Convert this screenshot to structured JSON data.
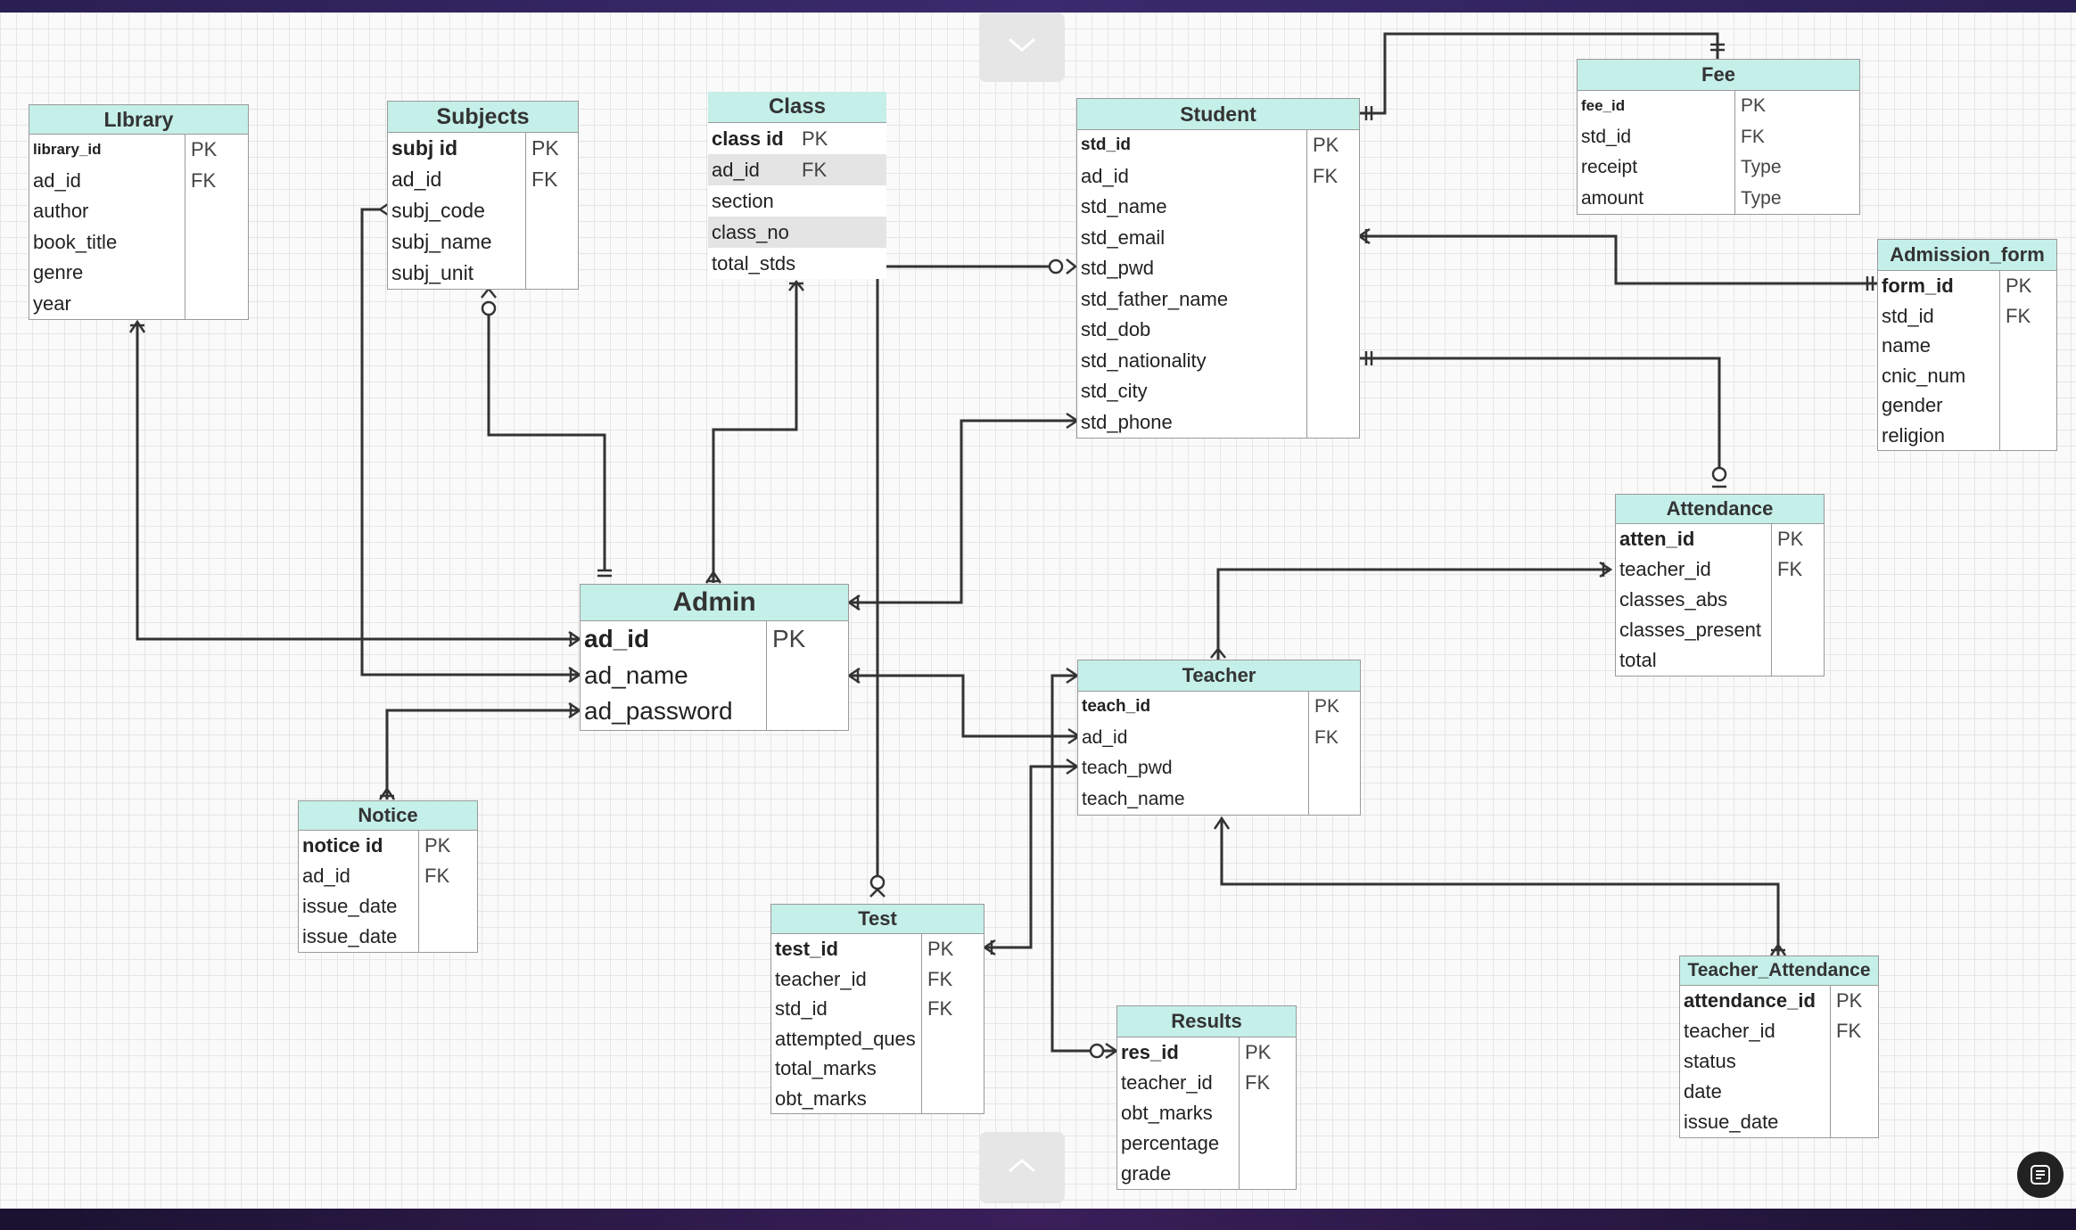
{
  "entities": {
    "library": {
      "title": "LIbrary",
      "fields": [
        {
          "name": "library_id",
          "key": "PK",
          "pk": true
        },
        {
          "name": "ad_id",
          "key": "FK"
        },
        {
          "name": "author",
          "key": ""
        },
        {
          "name": "book_title",
          "key": ""
        },
        {
          "name": "genre",
          "key": ""
        },
        {
          "name": "year",
          "key": ""
        }
      ]
    },
    "subjects": {
      "title": "Subjects",
      "fields": [
        {
          "name": "subj id",
          "key": "PK",
          "pk": true
        },
        {
          "name": "ad_id",
          "key": "FK"
        },
        {
          "name": "subj_code",
          "key": ""
        },
        {
          "name": "subj_name",
          "key": ""
        },
        {
          "name": "subj_unit",
          "key": ""
        }
      ]
    },
    "class": {
      "title": "Class",
      "fields": [
        {
          "name": "class id",
          "key": "PK",
          "pk": true
        },
        {
          "name": "ad_id",
          "key": "FK"
        },
        {
          "name": "section",
          "key": ""
        },
        {
          "name": "class_no",
          "key": ""
        },
        {
          "name": "total_stds",
          "key": ""
        }
      ]
    },
    "student": {
      "title": "Student",
      "fields": [
        {
          "name": "std_id",
          "key": "PK",
          "pk": true
        },
        {
          "name": "ad_id",
          "key": "FK"
        },
        {
          "name": "std_name",
          "key": ""
        },
        {
          "name": "std_email",
          "key": ""
        },
        {
          "name": "std_pwd",
          "key": ""
        },
        {
          "name": "std_father_name",
          "key": ""
        },
        {
          "name": "std_dob",
          "key": ""
        },
        {
          "name": "std_nationality",
          "key": ""
        },
        {
          "name": "std_city",
          "key": ""
        },
        {
          "name": "std_phone",
          "key": ""
        }
      ]
    },
    "fee": {
      "title": "Fee",
      "fields": [
        {
          "name": "fee_id",
          "key": "PK",
          "pk": true
        },
        {
          "name": "std_id",
          "key": "FK"
        },
        {
          "name": "receipt",
          "key": "Type"
        },
        {
          "name": "amount",
          "key": "Type"
        }
      ]
    },
    "admission": {
      "title": "Admission_form",
      "fields": [
        {
          "name": "form_id",
          "key": "PK",
          "pk": true
        },
        {
          "name": "std_id",
          "key": "FK"
        },
        {
          "name": "name",
          "key": ""
        },
        {
          "name": "cnic_num",
          "key": ""
        },
        {
          "name": "gender",
          "key": ""
        },
        {
          "name": "religion",
          "key": ""
        }
      ]
    },
    "attendance": {
      "title": "Attendance",
      "fields": [
        {
          "name": "atten_id",
          "key": "PK",
          "pk": true
        },
        {
          "name": "teacher_id",
          "key": "FK"
        },
        {
          "name": "classes_abs",
          "key": ""
        },
        {
          "name": "classes_present",
          "key": ""
        },
        {
          "name": "total",
          "key": ""
        }
      ]
    },
    "admin": {
      "title": "Admin",
      "fields": [
        {
          "name": "ad_id",
          "key": "PK",
          "pk": true
        },
        {
          "name": "ad_name",
          "key": ""
        },
        {
          "name": "ad_password",
          "key": ""
        }
      ]
    },
    "teacher": {
      "title": "Teacher",
      "fields": [
        {
          "name": "teach_id",
          "key": "PK",
          "pk": true
        },
        {
          "name": "ad_id",
          "key": "FK"
        },
        {
          "name": "teach_pwd",
          "key": ""
        },
        {
          "name": "teach_name",
          "key": ""
        }
      ]
    },
    "notice": {
      "title": "Notice",
      "fields": [
        {
          "name": "notice id",
          "key": "PK",
          "pk": true
        },
        {
          "name": "ad_id",
          "key": "FK"
        },
        {
          "name": "issue_date",
          "key": ""
        },
        {
          "name": "issue_date",
          "key": ""
        }
      ]
    },
    "test": {
      "title": "Test",
      "fields": [
        {
          "name": "test_id",
          "key": "PK",
          "pk": true
        },
        {
          "name": "teacher_id",
          "key": "FK"
        },
        {
          "name": "std_id",
          "key": "FK"
        },
        {
          "name": "attempted_ques",
          "key": ""
        },
        {
          "name": "total_marks",
          "key": ""
        },
        {
          "name": "obt_marks",
          "key": ""
        }
      ]
    },
    "results": {
      "title": "Results",
      "fields": [
        {
          "name": "res_id",
          "key": "PK",
          "pk": true
        },
        {
          "name": "teacher_id",
          "key": "FK"
        },
        {
          "name": "obt_marks",
          "key": ""
        },
        {
          "name": "percentage",
          "key": ""
        },
        {
          "name": "grade",
          "key": ""
        }
      ]
    },
    "teacher_attendance": {
      "title": "Teacher_Attendance",
      "fields": [
        {
          "name": "attendance_id",
          "key": "PK",
          "pk": true
        },
        {
          "name": "teacher_id",
          "key": "FK"
        },
        {
          "name": "status",
          "key": ""
        },
        {
          "name": "date",
          "key": ""
        },
        {
          "name": "issue_date",
          "key": ""
        }
      ]
    }
  },
  "icons": {
    "nav_down": "chevron-down-icon",
    "nav_up": "chevron-up-icon",
    "fab": "diagram-view-icon"
  },
  "colors": {
    "header_fill": "#c5efe9",
    "border": "#9a9a9a",
    "line": "#333333"
  }
}
